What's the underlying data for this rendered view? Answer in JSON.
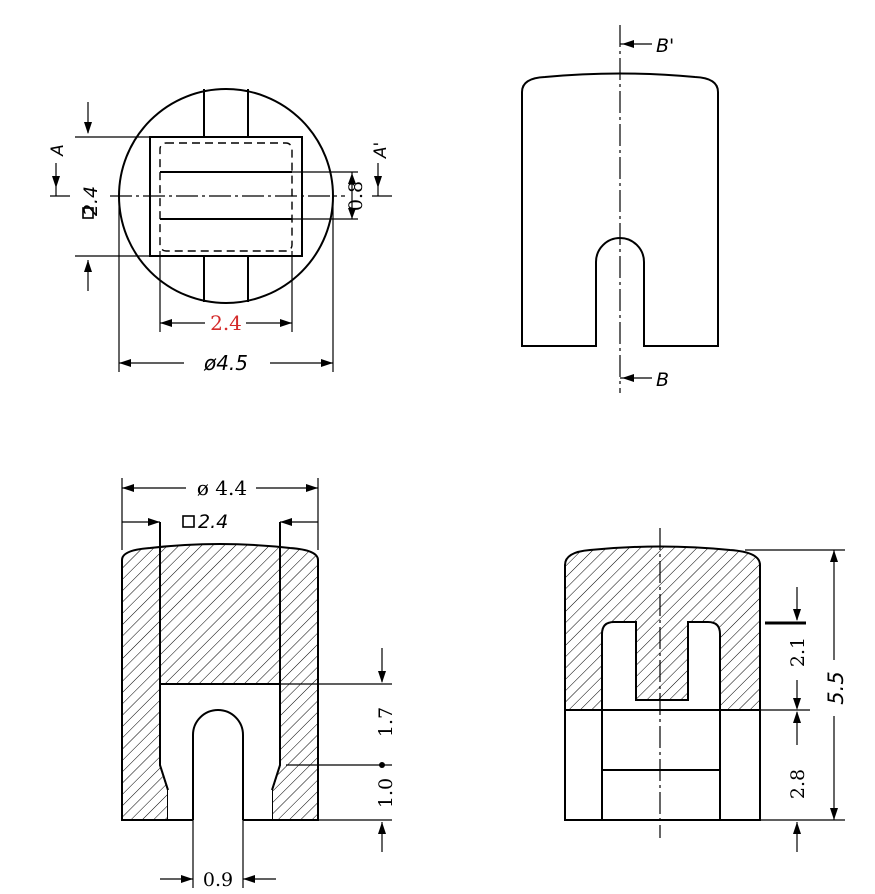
{
  "colors": {
    "line": "#000000",
    "highlight": "#d42a2a",
    "background": "#ffffff"
  },
  "top_left": {
    "section_a": "A",
    "section_a_prime": "A'",
    "square_size": "2.4",
    "slot_width": "0.8",
    "inner_width": "2.4",
    "outer_diameter": "ø4.5"
  },
  "top_right": {
    "section_b_prime": "B'",
    "section_b": "B"
  },
  "bottom_left": {
    "outer_diameter": "ø 4.4",
    "square_size": "2.4",
    "dim_upper": "1.7",
    "dim_lower": "1.0",
    "slot_width": "0.9"
  },
  "bottom_right": {
    "dim_top": "2.1",
    "dim_total": "5.5",
    "dim_bottom": "2.8"
  }
}
